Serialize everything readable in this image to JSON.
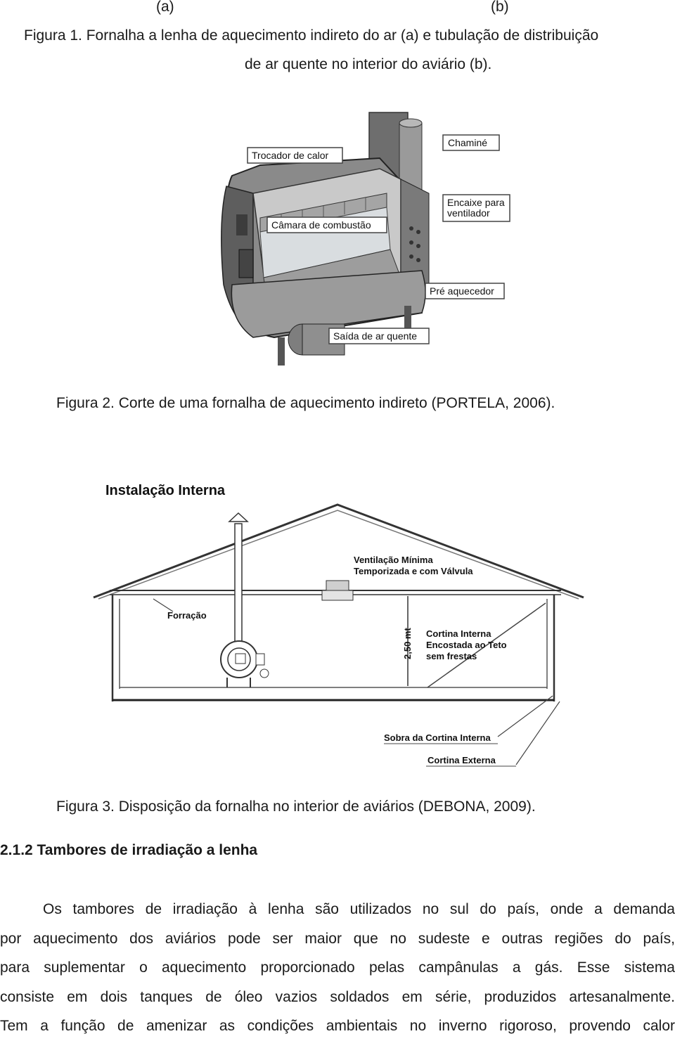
{
  "figure1": {
    "label_a": "(a)",
    "label_b": "(b)",
    "caption_line1": "Figura 1. Fornalha a lenha de aquecimento indireto do ar (a) e tubulação de distribuição",
    "caption_line2": "de ar quente no interior do aviário (b)."
  },
  "figure2": {
    "labels": {
      "trocador": "Trocador de calor",
      "chamine": "Chaminé",
      "encaixe_1": "Encaixe para",
      "encaixe_2": "ventilador",
      "camara": "Câmara de combustão",
      "pre": "Pré aquecedor",
      "saida": "Saída de ar quente"
    },
    "caption": "Figura 2. Corte de uma fornalha de aquecimento indireto (PORTELA, 2006)."
  },
  "figure3": {
    "title": "Instalação Interna",
    "labels": {
      "ventilacao_1": "Ventilação Mínima",
      "ventilacao_2": "Temporizada e com Válvula",
      "forracao": "Forração",
      "altura": "2,50 mt",
      "cortina_1": "Cortina Interna",
      "cortina_2": "Encostada ao Teto",
      "cortina_3": "sem frestas",
      "sobra": "Sobra da Cortina Interna",
      "externa": "Cortina Externa"
    },
    "caption": "Figura 3. Disposição da fornalha no interior de aviários (DEBONA, 2009)."
  },
  "section": {
    "heading": "2.1.2 Tambores de irradiação a lenha",
    "lines": [
      "Os tambores de irradiação à lenha são utilizados no sul do país, onde a demanda",
      "por aquecimento dos aviários pode ser maior que no sudeste e outras regiões do país,",
      "para suplementar o aquecimento proporcionado pelas campânulas a gás. Esse sistema",
      "consiste em dois tanques de óleo vazios soldados em série, produzidos artesanalmente.",
      "Tem a função de amenizar as condições ambientais no inverno rigoroso, provendo calor"
    ]
  }
}
